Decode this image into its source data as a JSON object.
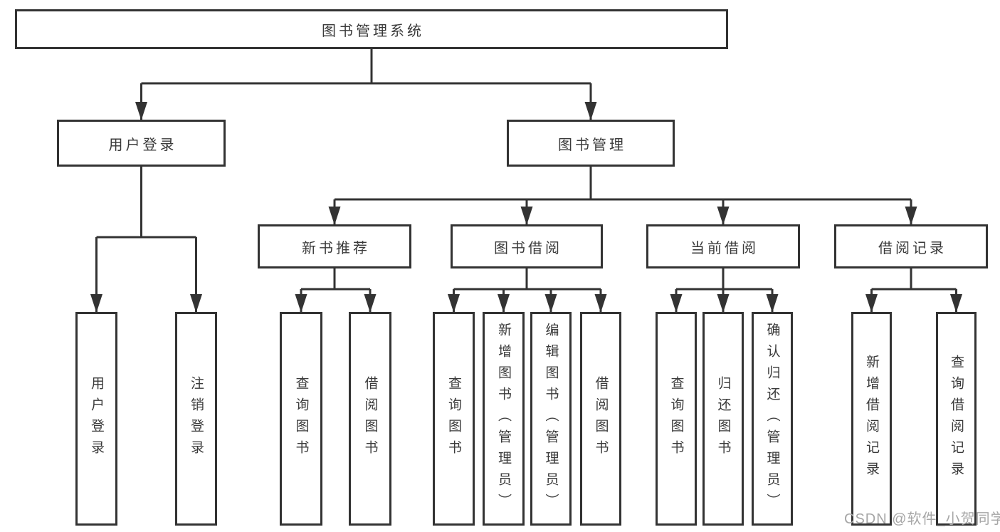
{
  "diagram_title": "图书管理系统",
  "nodes": {
    "root": "图书管理系统",
    "user_login": "用户登录",
    "book_mgmt": "图书管理",
    "new_book_rec": "新书推荐",
    "book_borrow": "图书借阅",
    "current_borrow": "当前借阅",
    "borrow_record": "借阅记录",
    "user_login_children": [
      "用户登录",
      "注销登录"
    ],
    "new_book_rec_children": [
      "查询图书",
      "借阅图书"
    ],
    "book_borrow_children": [
      "查询图书",
      "新增图书（管理员）",
      "编辑图书（管理员）",
      "借阅图书"
    ],
    "current_borrow_children": [
      "查询图书",
      "归还图书",
      "确认归还（管理员）"
    ],
    "borrow_record_children": [
      "新增借阅记录",
      "查询借阅记录"
    ]
  },
  "watermark": "CSDN @软件_小贺同学",
  "colors": {
    "line": "#333333",
    "text": "#3a3a3a",
    "watermark": "#a6a6a6",
    "background": "#ffffff"
  }
}
